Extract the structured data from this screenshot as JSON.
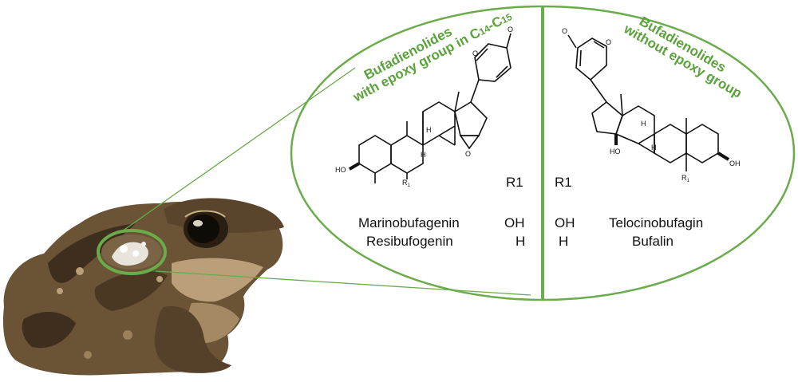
{
  "colors": {
    "accent_green": "#6aab4a",
    "title_green": "#5aa33a",
    "toad_dark": "#3e2e1e",
    "toad_mid": "#6b5336",
    "toad_light": "#b9a078"
  },
  "left_panel": {
    "title_line1": "Bufadienolides",
    "title_line2_prefix": "with epoxy group in C",
    "title_sub1": "14",
    "title_dash": "-C",
    "title_sub2": "15",
    "r_header": "R1",
    "rows": [
      {
        "name": "Marinobufagenin",
        "r1": "OH"
      },
      {
        "name": "Resibufogenin",
        "r1": "H"
      }
    ],
    "structure_labels": {
      "ho": "HO",
      "r1": "R",
      "r1_sub": "1",
      "h_a": "H",
      "h_b": "H",
      "o_epoxide": "O",
      "o_ring": "O",
      "o_carbonyl": "O"
    }
  },
  "right_panel": {
    "title_line1": "Bufadienolides",
    "title_line2": "without epoxy group",
    "r_header": "R1",
    "rows": [
      {
        "name": "Telocinobufagin",
        "r1": "OH"
      },
      {
        "name": "Bufalin",
        "r1": "H"
      }
    ],
    "structure_labels": {
      "oh": "OH",
      "r1": "R",
      "r1_sub": "1",
      "ho_14": "HO",
      "h_a": "H",
      "h_b": "H",
      "o_ring": "O",
      "o_carbonyl": "O"
    }
  }
}
